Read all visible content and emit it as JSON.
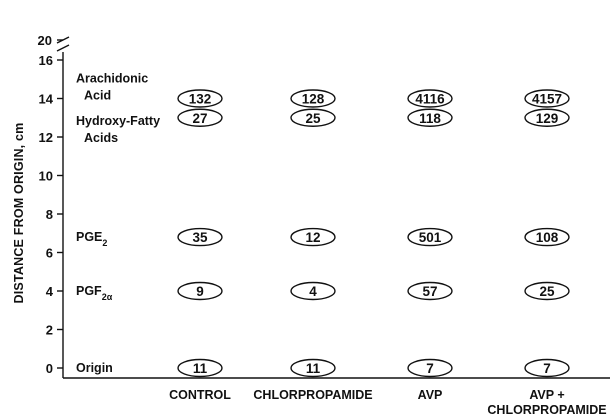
{
  "chart_data": {
    "type": "scatter",
    "ylabel": "DISTANCE FROM ORIGIN, cm",
    "ylim": [
      0,
      16
    ],
    "y_ticks": [
      0,
      2,
      4,
      6,
      8,
      10,
      12,
      14,
      16
    ],
    "y_break_label": "20",
    "categories": [
      "CONTROL",
      "CHLORPROPAMIDE",
      "AVP",
      "AVP + CHLORPROPAMIDE"
    ],
    "category_labels": [
      [
        "CONTROL"
      ],
      [
        "CHLORPROPAMIDE"
      ],
      [
        "AVP"
      ],
      [
        "AVP +",
        "CHLORPROPAMIDE"
      ]
    ],
    "bands": [
      {
        "label_lines": [
          "Arachidonic",
          "Acid"
        ],
        "label_y": 14.6,
        "y": 14.0,
        "values": [
          "132",
          "128",
          "4116",
          "4157"
        ]
      },
      {
        "label_lines": [
          "Hydroxy-Fatty",
          "Acids"
        ],
        "label_y": 12.4,
        "y": 13.0,
        "values": [
          "27",
          "25",
          "118",
          "129"
        ]
      },
      {
        "label_lines": [
          "PGE2"
        ],
        "label_y": 6.8,
        "y": 6.8,
        "values": [
          "35",
          "12",
          "501",
          "108"
        ]
      },
      {
        "label_lines": [
          "PGF2α"
        ],
        "label_y": 4.0,
        "y": 4.0,
        "values": [
          "9",
          "4",
          "57",
          "25"
        ]
      },
      {
        "label_lines": [
          "Origin"
        ],
        "label_y": 0.0,
        "y": 0.0,
        "values": [
          "11",
          "11",
          "7",
          "7"
        ]
      }
    ]
  }
}
